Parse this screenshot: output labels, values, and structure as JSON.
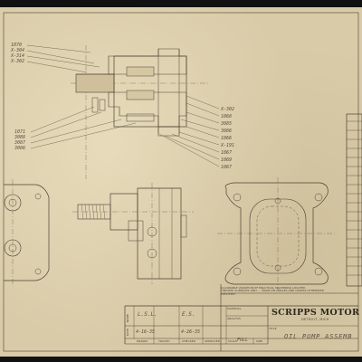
{
  "callouts_top_left": [
    "1070",
    "X-304",
    "X-314",
    "X-302"
  ],
  "callouts_mid_left": [
    "1071",
    "3088",
    "3087",
    "3086"
  ],
  "callouts_right": [
    "X-302",
    "1068",
    "3085",
    "3086",
    "1066",
    "X-191",
    "1067",
    "1069",
    "1067"
  ],
  "note_text": "ALLOWABLE VARIATION OF PRACTICAL MACHINING LOCATED\nFINISHED SURFACES ONLY ... MADE ON ANGLES AND UNLESS OTHERWISE\nSPECIFIED",
  "company": {
    "name": "SCRIPPS MOTOR",
    "city": "DETROIT, MICH"
  },
  "title_block": {
    "material_label": "MATERIAL",
    "analysis_label": "ANALYSIS",
    "title_label": "TITLE",
    "title_value": "OIL PUMP ASSEMB",
    "drawn_label": "DRAWN",
    "traced_label": "TRACED",
    "checked_label": "CHECKED",
    "approved_label": "APPROVED",
    "scale_label": "SCALE",
    "scale_value": "FULL",
    "size_label": "SIZE",
    "name_label": "NAME",
    "date_label": "DATE",
    "drawn_name": "L.S.L.",
    "checked_name": "E.S.",
    "drawn_date": "4-16-35",
    "checked_date": "4-26-35"
  }
}
